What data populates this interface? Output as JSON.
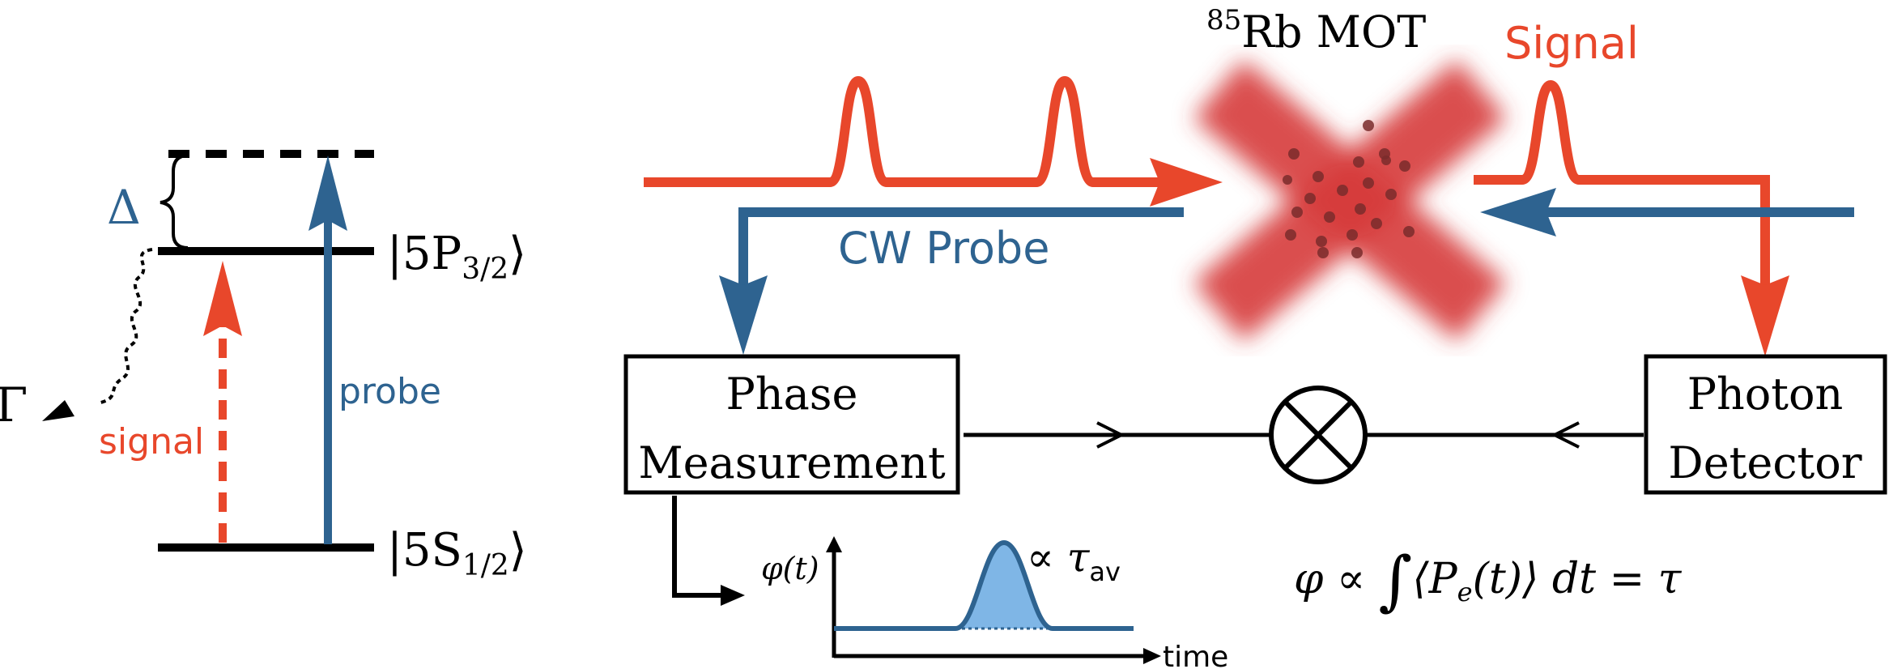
{
  "colors": {
    "signal": "#e8472b",
    "probe": "#2e6390",
    "black": "#000000",
    "mot": "#d63a3a",
    "atom": "#7a2b2b",
    "fill": "#7fb6e6"
  },
  "levels": {
    "excited_ket": "|5P",
    "excited_sub": "3/2",
    "ground_ket": "|5S",
    "ground_sub": "1/2",
    "ket_close": "⟩",
    "detuning": "Δ",
    "decay": "Γ",
    "signal_label": "signal",
    "probe_label": "probe"
  },
  "mot": {
    "isotope": "85",
    "label": "Rb MOT"
  },
  "beams": {
    "signal_label": "Signal",
    "probe_label": "CW Probe"
  },
  "boxes": {
    "phase_line1": "Phase",
    "phase_line2": "Measurement",
    "detector_line1": "Photon",
    "detector_line2": "Detector",
    "mixer_symbol": "⊗"
  },
  "plot": {
    "ylabel": "φ(t)",
    "xlabel": "time",
    "peak_prop": "∝ τ",
    "peak_sub": "av"
  },
  "equation": {
    "lhs": "φ ∝ ",
    "integral": "∫",
    "expr_open": "⟨P",
    "expr_sub": "e",
    "expr_close": "(t)⟩ dt = τ"
  }
}
